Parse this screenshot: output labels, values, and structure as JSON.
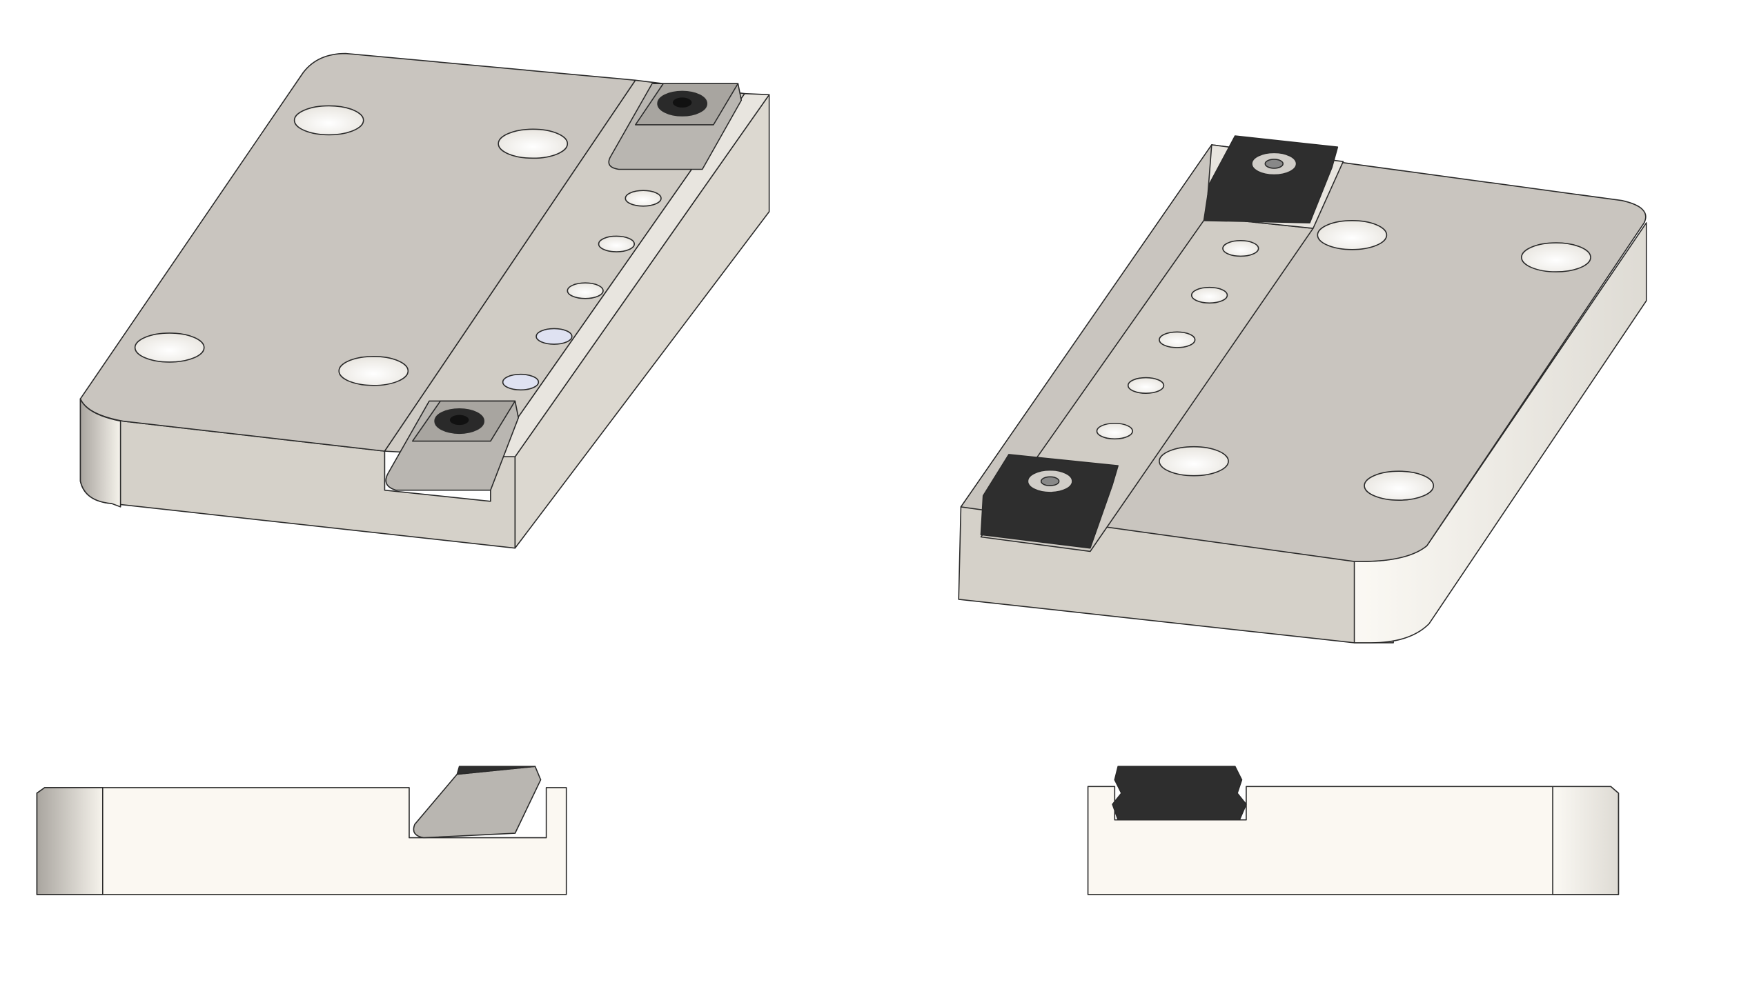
{
  "colors": {
    "plate_top": "#c9c5bf",
    "plate_side": "#d8d4cc",
    "plate_end": "#f7f4ee",
    "outline": "#2a2a2a",
    "clamp_gray": "#b9b6b1",
    "clamp_black": "#2e2e2e",
    "background": "#ffffff"
  },
  "views": [
    {
      "id": "iso-left",
      "clamp_finish": "gray"
    },
    {
      "id": "iso-right",
      "clamp_finish": "black"
    },
    {
      "id": "side-left",
      "clamp_finish": "gray"
    },
    {
      "id": "side-right",
      "clamp_finish": "black"
    }
  ]
}
